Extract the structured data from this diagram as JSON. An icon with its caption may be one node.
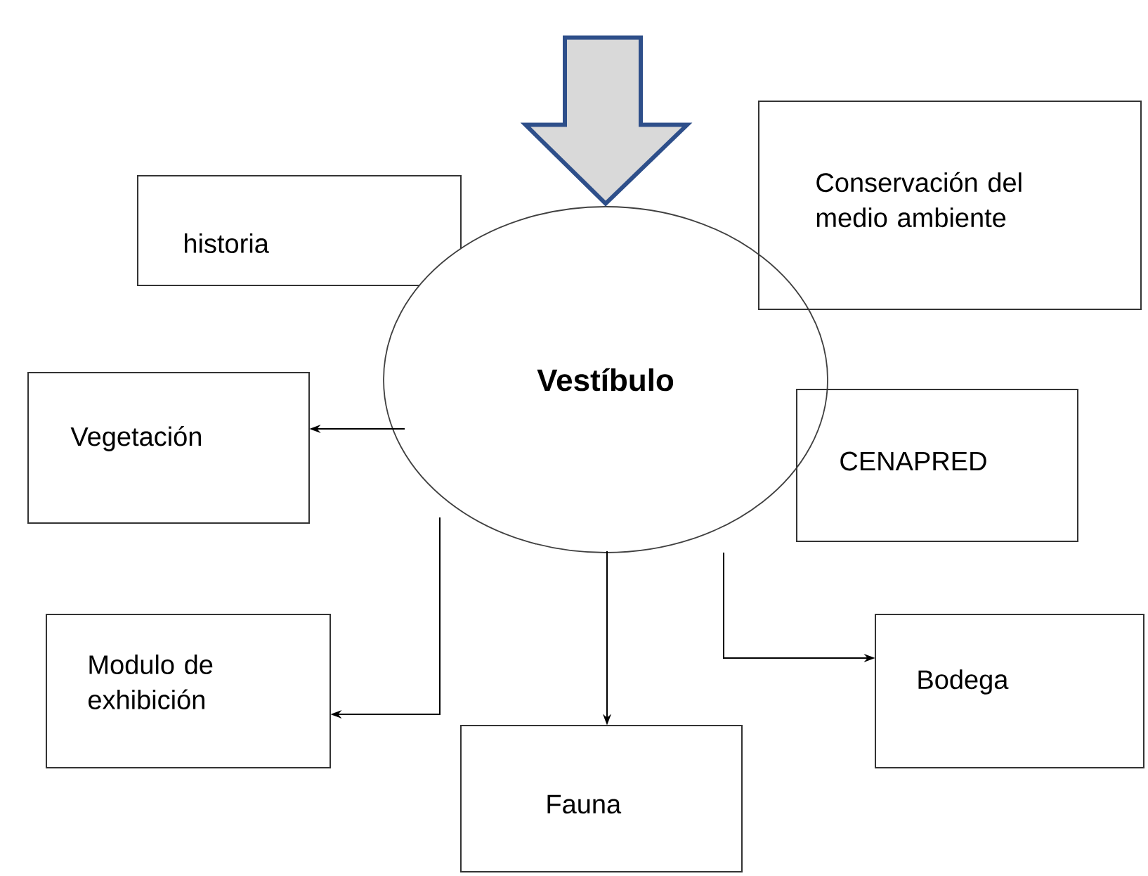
{
  "diagram": {
    "nodes": [
      {
        "text": [
          "historia"
        ]
      },
      {
        "text": [
          "Conservación del medio ambiente"
        ]
      },
      {
        "text": [
          "Vestíbulo"
        ]
      },
      {
        "text": [
          "Vegetación"
        ]
      },
      {
        "text": [
          "CENAPRED"
        ]
      },
      {
        "text": [
          "Modulo de exhibición"
        ]
      },
      {
        "text": [
          "Fauna"
        ]
      },
      {
        "text": [
          "Bodega"
        ]
      }
    ],
    "edges": [
      {
        "from": null,
        "to": 2,
        "arrow": "to",
        "style": "thick"
      },
      {
        "from": 2,
        "to": 3,
        "arrow": "to"
      },
      {
        "from": 2,
        "to": 5,
        "arrow": "to"
      },
      {
        "from": 2,
        "to": 6,
        "arrow": "to"
      },
      {
        "from": 2,
        "to": 7,
        "arrow": "to"
      }
    ]
  }
}
